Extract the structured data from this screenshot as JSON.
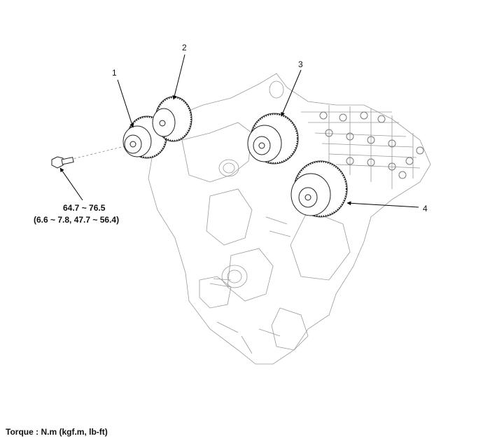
{
  "callouts": {
    "c1": "1",
    "c2": "2",
    "c3": "3",
    "c4": "4"
  },
  "torque_spec": {
    "line1": "64.7 ~ 76.5",
    "line2": "(6.6 ~ 7.8, 47.7 ~ 56.4)"
  },
  "footer_note": "Torque : N.m (kgf.m, lb-ft)"
}
